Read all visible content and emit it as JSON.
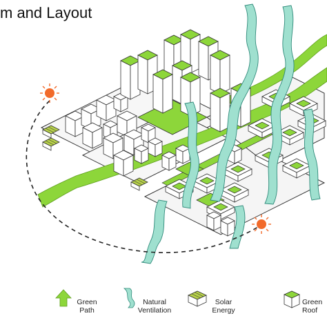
{
  "title": "m and Layout",
  "colors": {
    "green": "#8dd63a",
    "green_dark": "#5f9e1f",
    "ventilation": "#9fe0cf",
    "ventilation_stroke": "#2f8a7a",
    "sun": "#f26a2a",
    "building_fill": "#ffffff",
    "building_stroke": "#333333",
    "solar": "#b8d24a"
  },
  "icons": [
    "sun-icon",
    "green-path-icon",
    "natural-ventilation-icon",
    "solar-energy-icon",
    "green-roof-icon"
  ],
  "legend": [
    {
      "icon": "green-path-icon",
      "line1": "Green",
      "line2": "Path"
    },
    {
      "icon": "natural-ventilation-icon",
      "line1": "Natural",
      "line2": "Ventilation"
    },
    {
      "icon": "solar-energy-icon",
      "line1": "Solar",
      "line2": "Energy"
    },
    {
      "icon": "green-roof-icon",
      "line1": "Green",
      "line2": "Roof"
    }
  ]
}
